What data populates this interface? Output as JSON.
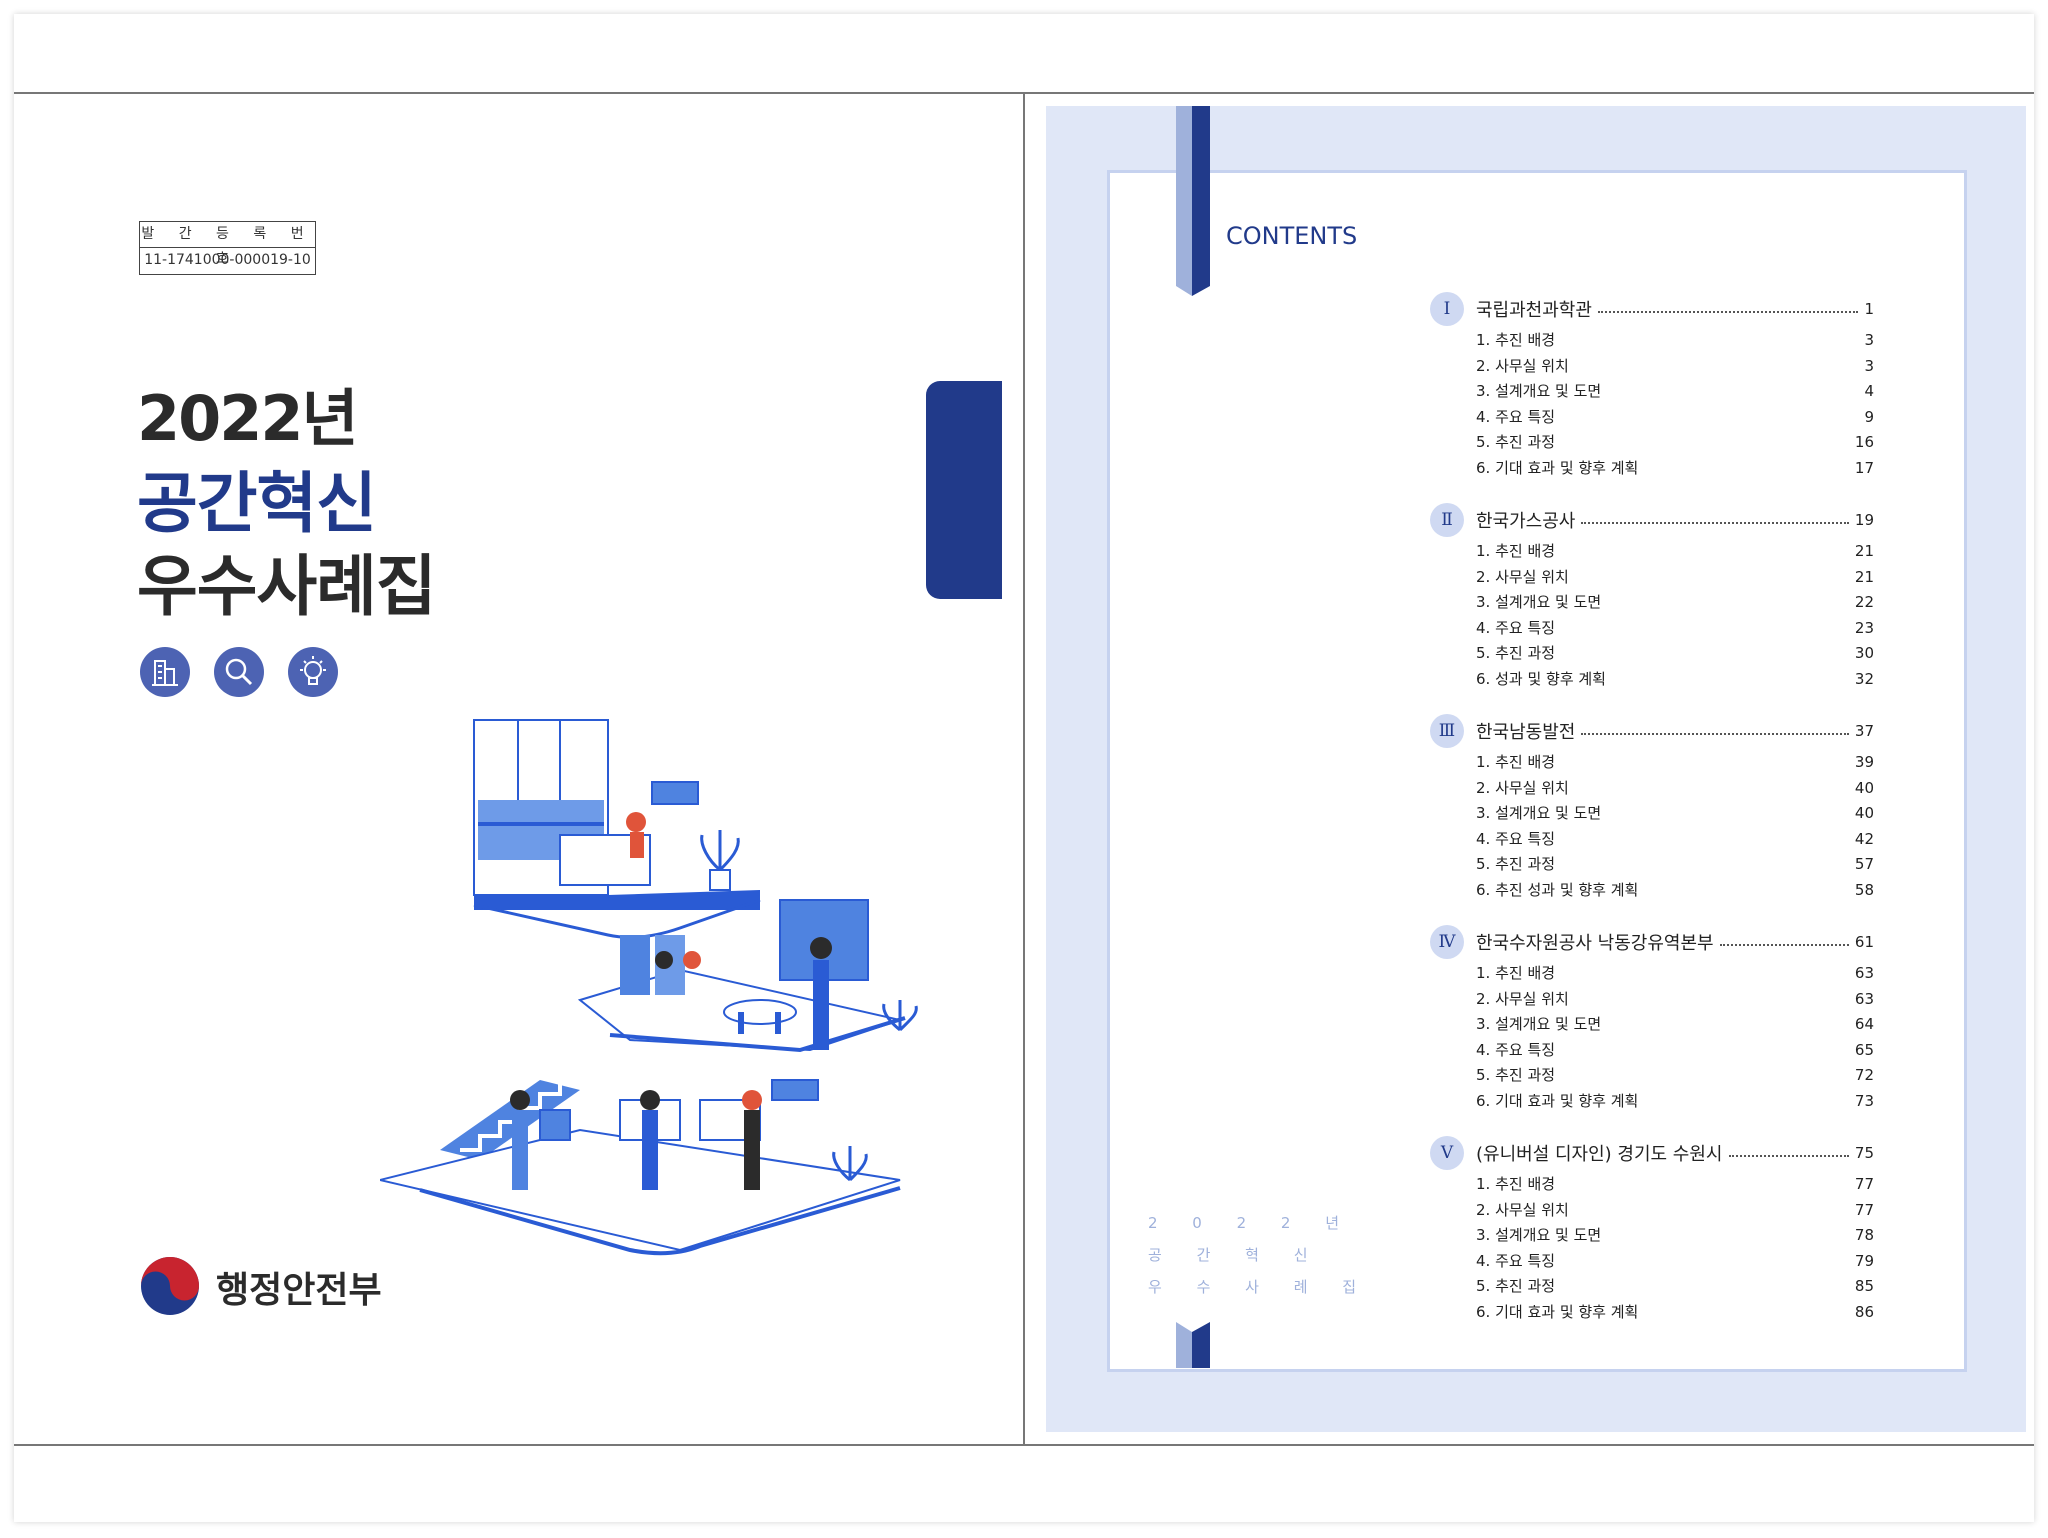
{
  "cover": {
    "reg_label": "발 간 등 록 번 호",
    "reg_number": "11-1741000-000019-10",
    "year": "2022년",
    "title_line1": "공간혁신",
    "title_line2": "우수사례집",
    "icons": [
      "building-icon",
      "magnifier-icon",
      "lightbulb-icon"
    ],
    "ministry": "행정안전부"
  },
  "toc": {
    "heading": "CONTENTS",
    "side_text": [
      "2 0 2 2 년",
      "공 간 혁 신",
      "우 수 사 례 집"
    ],
    "sections": [
      {
        "num": "Ⅰ",
        "title": "국립과천과학관",
        "page": "1",
        "items": [
          {
            "label": "1. 추진 배경",
            "page": "3"
          },
          {
            "label": "2. 사무실 위치",
            "page": "3"
          },
          {
            "label": "3. 설계개요 및 도면",
            "page": "4"
          },
          {
            "label": "4. 주요 특징",
            "page": "9"
          },
          {
            "label": "5. 추진 과정",
            "page": "16"
          },
          {
            "label": "6. 기대 효과 및 향후 계획",
            "page": "17"
          }
        ]
      },
      {
        "num": "Ⅱ",
        "title": "한국가스공사",
        "page": "19",
        "items": [
          {
            "label": "1. 추진 배경",
            "page": "21"
          },
          {
            "label": "2. 사무실 위치",
            "page": "21"
          },
          {
            "label": "3. 설계개요 및 도면",
            "page": "22"
          },
          {
            "label": "4. 주요 특징",
            "page": "23"
          },
          {
            "label": "5. 추진 과정",
            "page": "30"
          },
          {
            "label": "6. 성과 및 향후 계획",
            "page": "32"
          }
        ]
      },
      {
        "num": "Ⅲ",
        "title": "한국남동발전",
        "page": "37",
        "items": [
          {
            "label": "1. 추진 배경",
            "page": "39"
          },
          {
            "label": "2. 사무실 위치",
            "page": "40"
          },
          {
            "label": "3. 설계개요 및 도면",
            "page": "40"
          },
          {
            "label": "4. 주요 특징",
            "page": "42"
          },
          {
            "label": "5. 추진 과정",
            "page": "57"
          },
          {
            "label": "6. 추진 성과 및 향후 계획",
            "page": "58"
          }
        ]
      },
      {
        "num": "Ⅳ",
        "title": "한국수자원공사 낙동강유역본부",
        "page": "61",
        "items": [
          {
            "label": "1. 추진 배경",
            "page": "63"
          },
          {
            "label": "2. 사무실 위치",
            "page": "63"
          },
          {
            "label": "3. 설계개요 및 도면",
            "page": "64"
          },
          {
            "label": "4. 주요 특징",
            "page": "65"
          },
          {
            "label": "5. 추진 과정",
            "page": "72"
          },
          {
            "label": "6. 기대 효과 및 향후 계획",
            "page": "73"
          }
        ]
      },
      {
        "num": "Ⅴ",
        "title": "(유니버설 디자인) 경기도 수원시",
        "page": "75",
        "items": [
          {
            "label": "1. 추진 배경",
            "page": "77"
          },
          {
            "label": "2. 사무실 위치",
            "page": "77"
          },
          {
            "label": "3. 설계개요 및 도면",
            "page": "78"
          },
          {
            "label": "4. 주요 특징",
            "page": "79"
          },
          {
            "label": "5. 추진 과정",
            "page": "85"
          },
          {
            "label": "6. 기대 효과 및 향후 계획",
            "page": "86"
          }
        ]
      }
    ]
  }
}
